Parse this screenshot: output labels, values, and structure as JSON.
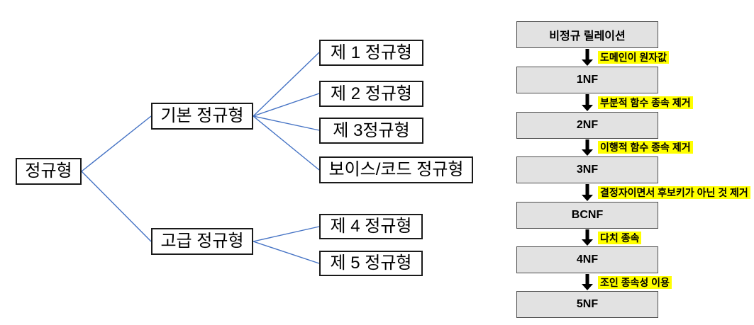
{
  "theme": {
    "background": "#ffffff",
    "connector_color": "#4472c4",
    "tree_box_fill": "#ffffff",
    "tree_box_border": "#1a1a1a",
    "flow_box_fill": "#e2e2e2",
    "flow_box_border": "#4d4d4d",
    "arrow_color": "#000000",
    "highlight_color": "#ffff00",
    "text_color": "#000000"
  },
  "tree": {
    "root": {
      "label": "정규형"
    },
    "groups": [
      {
        "label": "기본 정규형",
        "children": [
          {
            "label": "제 1 정규형"
          },
          {
            "label": "제 2 정규형"
          },
          {
            "label": "제 3정규형"
          },
          {
            "label": "보이스/코드 정규형"
          }
        ]
      },
      {
        "label": "고급 정규형",
        "children": [
          {
            "label": "제 4 정규형"
          },
          {
            "label": "제 5 정규형"
          }
        ]
      }
    ]
  },
  "flow": {
    "steps": [
      {
        "label": "비정규 릴레이션"
      },
      {
        "label": "1NF"
      },
      {
        "label": "2NF"
      },
      {
        "label": "3NF"
      },
      {
        "label": "BCNF"
      },
      {
        "label": "4NF"
      },
      {
        "label": "5NF"
      }
    ],
    "transitions": [
      {
        "label": "도메인이 원자값"
      },
      {
        "label": "부분적 함수 종속 제거"
      },
      {
        "label": "이행적 함수 종속 제거"
      },
      {
        "label": "결정자이면서 후보키가 아닌 것 제거"
      },
      {
        "label": "다치 종속"
      },
      {
        "label": "조인 종속성 이용"
      }
    ]
  }
}
